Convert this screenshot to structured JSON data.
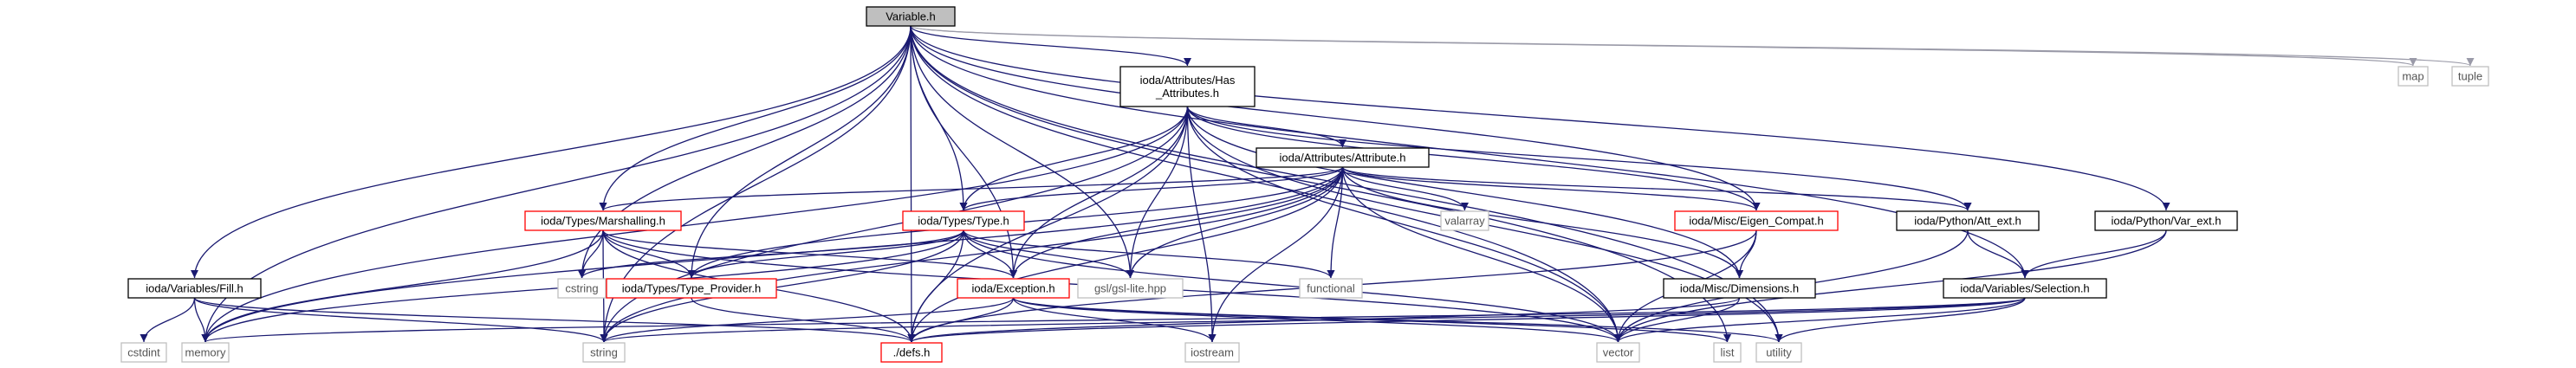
{
  "colors": {
    "edge": "#191970",
    "edge_gray": "#9a9aa8",
    "root_fill": "#bfbfbf",
    "node_border": "#000000",
    "incomplete_border": "#ff0000",
    "external_border": "#bfbfbf"
  },
  "nodes": [
    {
      "id": "variable_h",
      "label": "Variable.h",
      "kind": "root"
    },
    {
      "id": "has_attributes_h",
      "label_lines": [
        "ioda/Attributes/Has",
        "_Attributes.h"
      ],
      "kind": "normal"
    },
    {
      "id": "map",
      "label": "map",
      "kind": "external"
    },
    {
      "id": "tuple",
      "label": "tuple",
      "kind": "external"
    },
    {
      "id": "attribute_h",
      "label": "ioda/Attributes/Attribute.h",
      "kind": "normal"
    },
    {
      "id": "marshalling_h",
      "label": "ioda/Types/Marshalling.h",
      "kind": "incomplete"
    },
    {
      "id": "type_h",
      "label": "ioda/Types/Type.h",
      "kind": "incomplete"
    },
    {
      "id": "valarray",
      "label": "valarray",
      "kind": "external"
    },
    {
      "id": "eigen_compat_h",
      "label": "ioda/Misc/Eigen_Compat.h",
      "kind": "incomplete"
    },
    {
      "id": "att_ext_h",
      "label": "ioda/Python/Att_ext.h",
      "kind": "normal"
    },
    {
      "id": "var_ext_h",
      "label": "ioda/Python/Var_ext.h",
      "kind": "normal"
    },
    {
      "id": "fill_h",
      "label": "ioda/Variables/Fill.h",
      "kind": "normal"
    },
    {
      "id": "cstring",
      "label": "cstring",
      "kind": "external"
    },
    {
      "id": "type_provider_h",
      "label": "ioda/Types/Type_Provider.h",
      "kind": "incomplete"
    },
    {
      "id": "exception_h",
      "label": "ioda/Exception.h",
      "kind": "incomplete"
    },
    {
      "id": "gsl_lite",
      "label": "gsl/gsl-lite.hpp",
      "kind": "external"
    },
    {
      "id": "functional",
      "label": "functional",
      "kind": "external"
    },
    {
      "id": "dimensions_h",
      "label": "ioda/Misc/Dimensions.h",
      "kind": "normal"
    },
    {
      "id": "selection_h",
      "label": "ioda/Variables/Selection.h",
      "kind": "normal"
    },
    {
      "id": "cstdint",
      "label": "cstdint",
      "kind": "external"
    },
    {
      "id": "memory",
      "label": "memory",
      "kind": "external"
    },
    {
      "id": "string",
      "label": "string",
      "kind": "external"
    },
    {
      "id": "defs_h",
      "label": "./defs.h",
      "kind": "incomplete"
    },
    {
      "id": "iostream",
      "label": "iostream",
      "kind": "external"
    },
    {
      "id": "vector",
      "label": "vector",
      "kind": "external"
    },
    {
      "id": "list",
      "label": "list",
      "kind": "external"
    },
    {
      "id": "utility",
      "label": "utility",
      "kind": "external"
    }
  ],
  "edges": [
    [
      "variable_h",
      "has_attributes_h"
    ],
    [
      "variable_h",
      "map"
    ],
    [
      "variable_h",
      "tuple"
    ],
    [
      "variable_h",
      "marshalling_h"
    ],
    [
      "variable_h",
      "type_h"
    ],
    [
      "variable_h",
      "eigen_compat_h"
    ],
    [
      "variable_h",
      "var_ext_h"
    ],
    [
      "variable_h",
      "fill_h"
    ],
    [
      "variable_h",
      "cstring"
    ],
    [
      "variable_h",
      "type_provider_h"
    ],
    [
      "variable_h",
      "exception_h"
    ],
    [
      "variable_h",
      "gsl_lite"
    ],
    [
      "variable_h",
      "selection_h"
    ],
    [
      "variable_h",
      "memory"
    ],
    [
      "variable_h",
      "string"
    ],
    [
      "variable_h",
      "defs_h"
    ],
    [
      "variable_h",
      "vector"
    ],
    [
      "variable_h",
      "list"
    ],
    [
      "variable_h",
      "utility"
    ],
    [
      "has_attributes_h",
      "attribute_h"
    ],
    [
      "has_attributes_h",
      "type_h"
    ],
    [
      "has_attributes_h",
      "eigen_compat_h"
    ],
    [
      "has_attributes_h",
      "att_ext_h"
    ],
    [
      "has_attributes_h",
      "exception_h"
    ],
    [
      "has_attributes_h",
      "gsl_lite"
    ],
    [
      "has_attributes_h",
      "dimensions_h"
    ],
    [
      "has_attributes_h",
      "memory"
    ],
    [
      "has_attributes_h",
      "string"
    ],
    [
      "has_attributes_h",
      "defs_h"
    ],
    [
      "has_attributes_h",
      "iostream"
    ],
    [
      "has_attributes_h",
      "vector"
    ],
    [
      "has_attributes_h",
      "utility"
    ],
    [
      "attribute_h",
      "marshalling_h"
    ],
    [
      "attribute_h",
      "type_h"
    ],
    [
      "attribute_h",
      "valarray"
    ],
    [
      "attribute_h",
      "eigen_compat_h"
    ],
    [
      "attribute_h",
      "att_ext_h"
    ],
    [
      "attribute_h",
      "type_provider_h"
    ],
    [
      "attribute_h",
      "exception_h"
    ],
    [
      "attribute_h",
      "gsl_lite"
    ],
    [
      "attribute_h",
      "functional"
    ],
    [
      "attribute_h",
      "dimensions_h"
    ],
    [
      "attribute_h",
      "memory"
    ],
    [
      "attribute_h",
      "string"
    ],
    [
      "attribute_h",
      "defs_h"
    ],
    [
      "attribute_h",
      "iostream"
    ],
    [
      "attribute_h",
      "vector"
    ],
    [
      "marshalling_h",
      "cstring"
    ],
    [
      "marshalling_h",
      "type_provider_h"
    ],
    [
      "marshalling_h",
      "exception_h"
    ],
    [
      "marshalling_h",
      "memory"
    ],
    [
      "marshalling_h",
      "string"
    ],
    [
      "marshalling_h",
      "defs_h"
    ],
    [
      "marshalling_h",
      "vector"
    ],
    [
      "type_h",
      "cstring"
    ],
    [
      "type_h",
      "type_provider_h"
    ],
    [
      "type_h",
      "exception_h"
    ],
    [
      "type_h",
      "gsl_lite"
    ],
    [
      "type_h",
      "functional"
    ],
    [
      "type_h",
      "memory"
    ],
    [
      "type_h",
      "string"
    ],
    [
      "type_h",
      "defs_h"
    ],
    [
      "type_h",
      "vector"
    ],
    [
      "eigen_compat_h",
      "dimensions_h"
    ],
    [
      "eigen_compat_h",
      "defs_h"
    ],
    [
      "eigen_compat_h",
      "vector"
    ],
    [
      "att_ext_h",
      "selection_h"
    ],
    [
      "att_ext_h",
      "vector"
    ],
    [
      "var_ext_h",
      "selection_h"
    ],
    [
      "var_ext_h",
      "vector"
    ],
    [
      "fill_h",
      "cstdint"
    ],
    [
      "fill_h",
      "memory"
    ],
    [
      "fill_h",
      "string"
    ],
    [
      "fill_h",
      "defs_h"
    ],
    [
      "type_provider_h",
      "defs_h"
    ],
    [
      "exception_h",
      "string"
    ],
    [
      "exception_h",
      "defs_h"
    ],
    [
      "exception_h",
      "iostream"
    ],
    [
      "exception_h",
      "vector"
    ],
    [
      "exception_h",
      "list"
    ],
    [
      "exception_h",
      "utility"
    ],
    [
      "dimensions_h",
      "defs_h"
    ],
    [
      "dimensions_h",
      "vector"
    ],
    [
      "selection_h",
      "memory"
    ],
    [
      "selection_h",
      "string"
    ],
    [
      "selection_h",
      "defs_h"
    ],
    [
      "selection_h",
      "vector"
    ],
    [
      "selection_h",
      "utility"
    ]
  ]
}
